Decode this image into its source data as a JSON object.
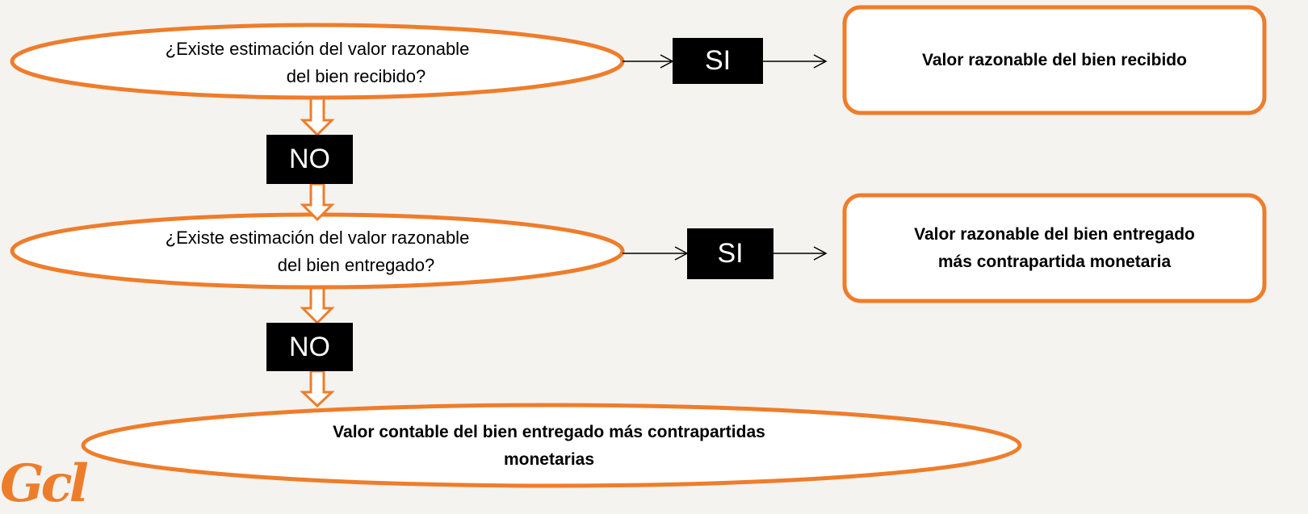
{
  "diagram": {
    "question_1": {
      "line1": "¿Existe estimación del valor razonable",
      "line2": "del bien recibido?"
    },
    "question_2": {
      "line1": "¿Existe estimación del valor razonable",
      "line2": "del bien entregado?"
    },
    "yes_label_1": "SI",
    "yes_label_2": "SI",
    "no_label_1": "NO",
    "no_label_2": "NO",
    "result_1": "Valor razonable del bien recibido",
    "result_2": {
      "line1": "Valor razonable del bien entregado",
      "line2": "más contrapartida monetaria"
    },
    "result_3": {
      "line1": "Valor contable del bien entregado más contrapartidas",
      "line2": "monetarias"
    }
  },
  "logo": {
    "text": "Gcl"
  },
  "colors": {
    "accent": "#ee7d2b",
    "background": "#f5f3ef",
    "tag": "#000000",
    "box_fill": "#ffffff"
  }
}
